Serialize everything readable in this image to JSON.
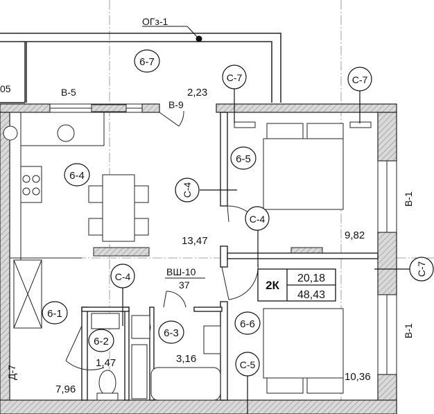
{
  "plan": {
    "balcony_label": "ОГз-1",
    "apartment": {
      "type": "2К",
      "living_area": "20,18",
      "total_area": "48,43"
    },
    "rooms": [
      {
        "id": "6-7",
        "area": "2,23"
      },
      {
        "id": "6-4",
        "area": "13,47"
      },
      {
        "id": "6-5",
        "area": "9,82"
      },
      {
        "id": "6-6",
        "area": "10,36"
      },
      {
        "id": "6-1",
        "area": "7,96"
      },
      {
        "id": "6-2",
        "area": "1,47"
      },
      {
        "id": "6-3",
        "area": "3,16"
      }
    ],
    "section_tags": {
      "c7_top_left": "С-7",
      "c7_top_right": "С-7",
      "c7_right": "С-7",
      "c4_left": "С-4",
      "c4_mid": "С-4",
      "c4_small": "С-4",
      "c5": "С-5"
    },
    "marks": {
      "b5": "В-5",
      "b9": "В-9",
      "b1_top": "В-1",
      "b1_bottom": "В-1",
      "d7": "Д-7",
      "vsh10": "ВШ-10",
      "vsh10_num": "37",
      "dim_05": "05"
    }
  }
}
